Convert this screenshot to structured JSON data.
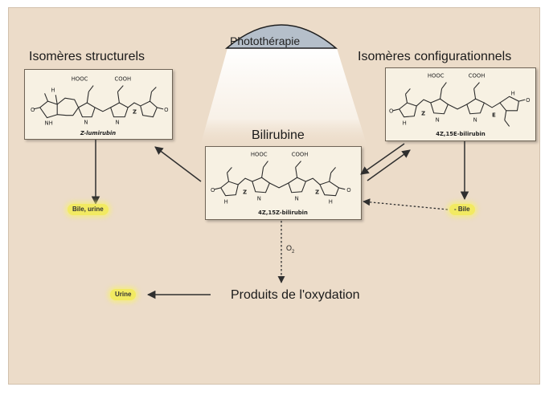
{
  "diagram": {
    "lamp_label": "Photothérapie",
    "center_title": "Bilirubine",
    "left_title": "Isomères structurels",
    "right_title": "Isomères configurationnels",
    "left_molecule": {
      "name": "Z-lumirubin",
      "acid_label_1": "HOOC",
      "acid_label_2": "COOH",
      "h_label": "H",
      "nh_label": "NH",
      "n_label": "N",
      "z_label": "Z",
      "o_label": "O"
    },
    "center_molecule": {
      "name": "4Z,15Z-bilirubin",
      "acid_label_1": "HOOC",
      "acid_label_2": "COOH",
      "z_label": "Z",
      "n_label": "N",
      "h_label": "H",
      "o_label": "O"
    },
    "right_molecule": {
      "name": "4Z,15E-bilirubin",
      "acid_label_1": "HOOC",
      "acid_label_2": "COOH",
      "z_label": "Z",
      "e_label": "E",
      "n_label": "N",
      "h_label": "H",
      "o_label": "O"
    },
    "left_output": "Bile, urine",
    "right_output": "- Bile",
    "oxygen_label": "O",
    "oxygen_subscript": "2",
    "oxidation_label": "Produits de l'oxydation",
    "urine_label": "Urine"
  },
  "colors": {
    "panel_background": "#ecdcc9",
    "box_background": "#f7f1e3",
    "highlight": "#f2ea62",
    "lamp_cap": "#b5bfca",
    "arrow": "#3a3a3a"
  }
}
